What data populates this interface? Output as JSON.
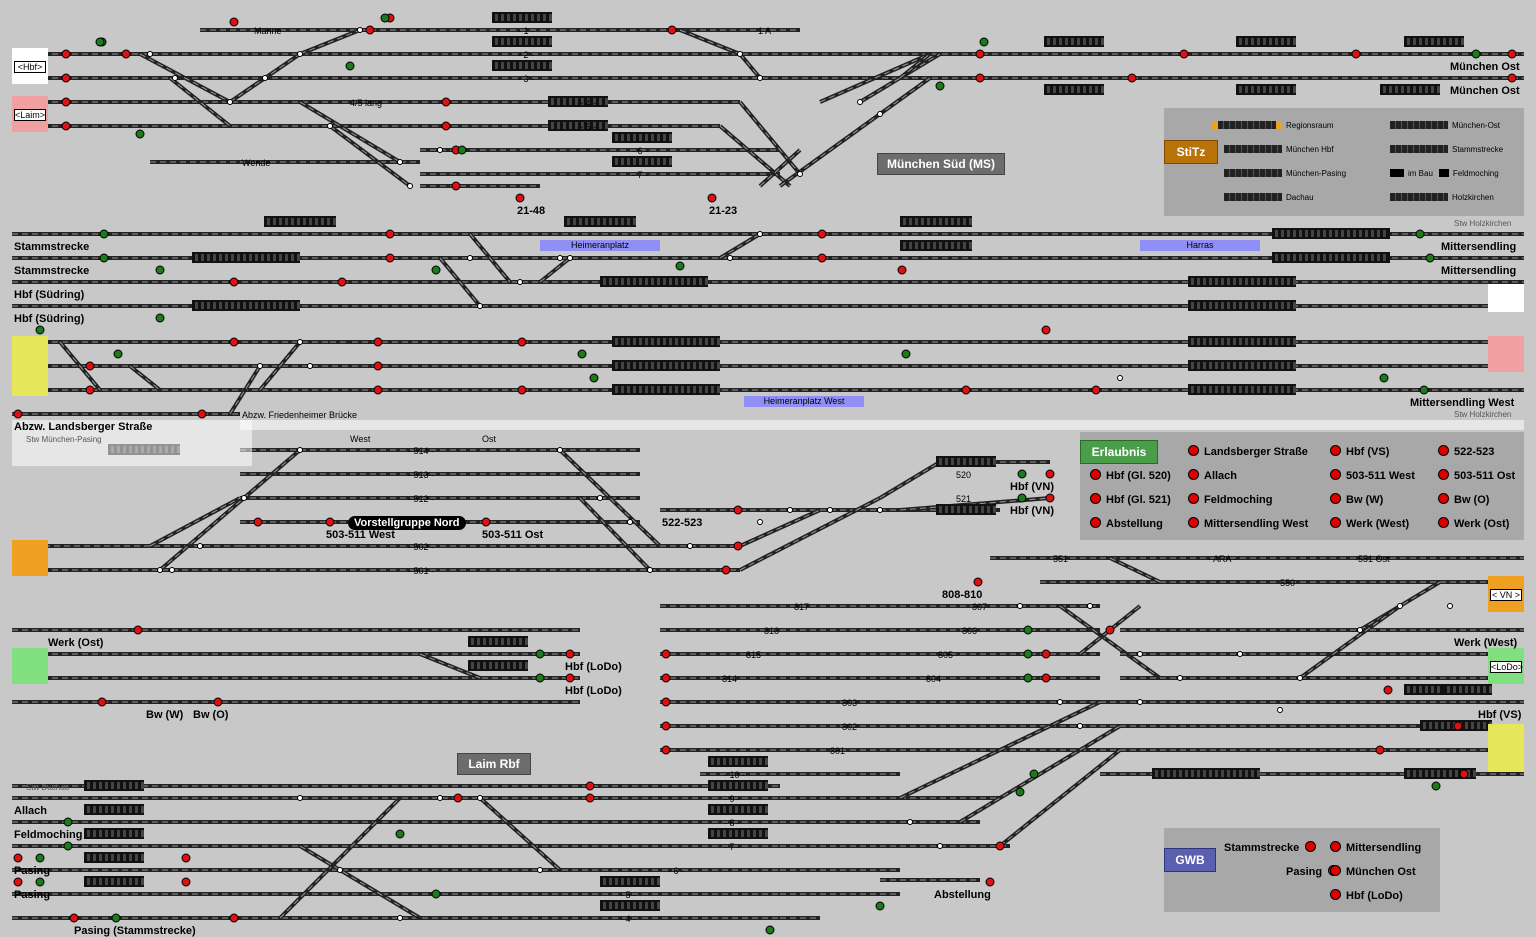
{
  "station_south": "München Süd (MS)",
  "station_laim": "Laim Rbf",
  "tracks_left": [
    {
      "label": "<Hbf>",
      "key": "hbf"
    },
    {
      "label": "<Laim>",
      "key": "laim"
    }
  ],
  "top_labels": {
    "manne": "Manne",
    "wende": "Wende",
    "vier_fuenf_lang": "4/5 lang",
    "t2148": "21-48",
    "t2123": "21-23",
    "t1": "- 1 -",
    "t2": "- 2 -",
    "t3": "- 3 -",
    "t4": "- 4 -",
    "t5": "- 5 -",
    "t6": "- 6 -",
    "t7": "- 7 -",
    "t1a": "1 A",
    "muenchen_ost_1": "München Ost",
    "muenchen_ost_2": "München Ost"
  },
  "left_labels": [
    "Stammstrecke",
    "Stammstrecke",
    "Hbf (Südring)",
    "Hbf (Südring)",
    "Abzw. Landsberger Straße"
  ],
  "right_labels": [
    "Mittersendling",
    "Mittersendling",
    "Mittersendling West"
  ],
  "mid_labels": {
    "heimeranplatz": "Heimeranplatz",
    "harras": "Harras",
    "heimeranplatz_west": "Heimeranplatz West",
    "abzw_friedenheimer": "Abzw. Friedenheimer Brücke",
    "stw_muenchen_pasing": "Stw München-Pasing",
    "stw_holzkirchen_1": "Stw Holzkirchen",
    "stw_holzkirchen_2": "Stw Holzkirchen",
    "west": "West",
    "ost": "Ost",
    "t514": "- 514 -",
    "t513": "- 513 -",
    "t512": "- 512 -",
    "t502": "- 502 -",
    "t501": "- 501 -",
    "vorstellgruppe": "Vorstellgruppe Nord",
    "w503_511": "503-511 West",
    "o503_511": "503-511 Ost",
    "t522_523": "522-523",
    "hbf_vn_1": "Hbf (VN)",
    "hbf_vn_2": "Hbf (VN)",
    "t520": "520",
    "t521": "521",
    "t551": "551",
    "ara": "- ARA -",
    "t551ost": "551 Ost",
    "t550": "550",
    "vn": "< VN >",
    "t808_810": "808-810",
    "t817": "817",
    "t807": "807",
    "t816": "816",
    "t806": "806",
    "t815": "815",
    "t805": "805",
    "t814": "814",
    "t804": "804",
    "t803": "803",
    "t802": "802",
    "t801": "801",
    "werk_ost_l": "Werk (Ost)",
    "werk_west_r": "Werk (West)",
    "lodo": "<LoDo>",
    "hbf_lodo_1": "Hbf (LoDo)",
    "hbf_lodo_2": "Hbf (LoDo)",
    "bw_w": "Bw (W)",
    "bw_o": "Bw (O)",
    "hbf_vs": "Hbf (VS)",
    "stw_dachau": "Stw Dachau",
    "allach": "Allach",
    "feldmoching": "Feldmoching",
    "pasing_1": "Pasing",
    "pasing_2": "Pasing",
    "pasing_st": "Pasing (Stammstrecke)",
    "t10": "- 10 -",
    "t9": "- 9 -",
    "t8": "- 8 -",
    "t7b": "- 7 -",
    "t6b": "- 6 -",
    "t5b": "- 5 -",
    "t4b": "- 4 -",
    "abstellung": "Abstellung"
  },
  "stitz": {
    "title": "StiTz",
    "legend": [
      "Regionsraum",
      "München Hbf",
      "München-Pasing",
      "Dachau",
      "München-Ost",
      "Stammstrecke",
      "im Bau",
      "Feldmoching",
      "Holzkirchen"
    ]
  },
  "erlaubnis": {
    "title": "Erlaubnis",
    "items": [
      "Landsberger Straße",
      "Hbf (VS)",
      "522-523",
      "Hbf (Gl. 520)",
      "Allach",
      "503-511 West",
      "503-511 Ost",
      "Hbf (Gl. 521)",
      "Feldmoching",
      "Bw (W)",
      "Bw (O)",
      "Abstellung",
      "Mittersendling West",
      "Werk (West)",
      "Werk (Ost)"
    ]
  },
  "gwb": {
    "title": "GWB",
    "items": [
      "Stammstrecke",
      "Mittersendling",
      "Pasing",
      "München Ost",
      "Hbf (LoDo)"
    ]
  },
  "colors": {
    "bg": "#c8c8c8",
    "track": "#222222",
    "signal_red": "#dd1111",
    "signal_green": "#1c7a1c",
    "occupied": "#111111",
    "erlaubnis": "#4a9e4a",
    "gwb": "#5a5fb0",
    "stitz": "#b8720a"
  }
}
